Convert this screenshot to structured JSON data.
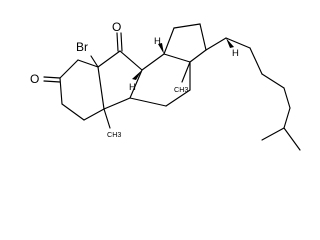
{
  "molecule": {
    "atom_labels": {
      "bromine": "Br",
      "ring_ketone_oxygen": "O",
      "bridge_ketone_oxygen": "O"
    },
    "stereo_h_labels": [
      "H",
      "H",
      "H"
    ],
    "methyl_labels": [
      "CH3",
      "CH3"
    ]
  }
}
